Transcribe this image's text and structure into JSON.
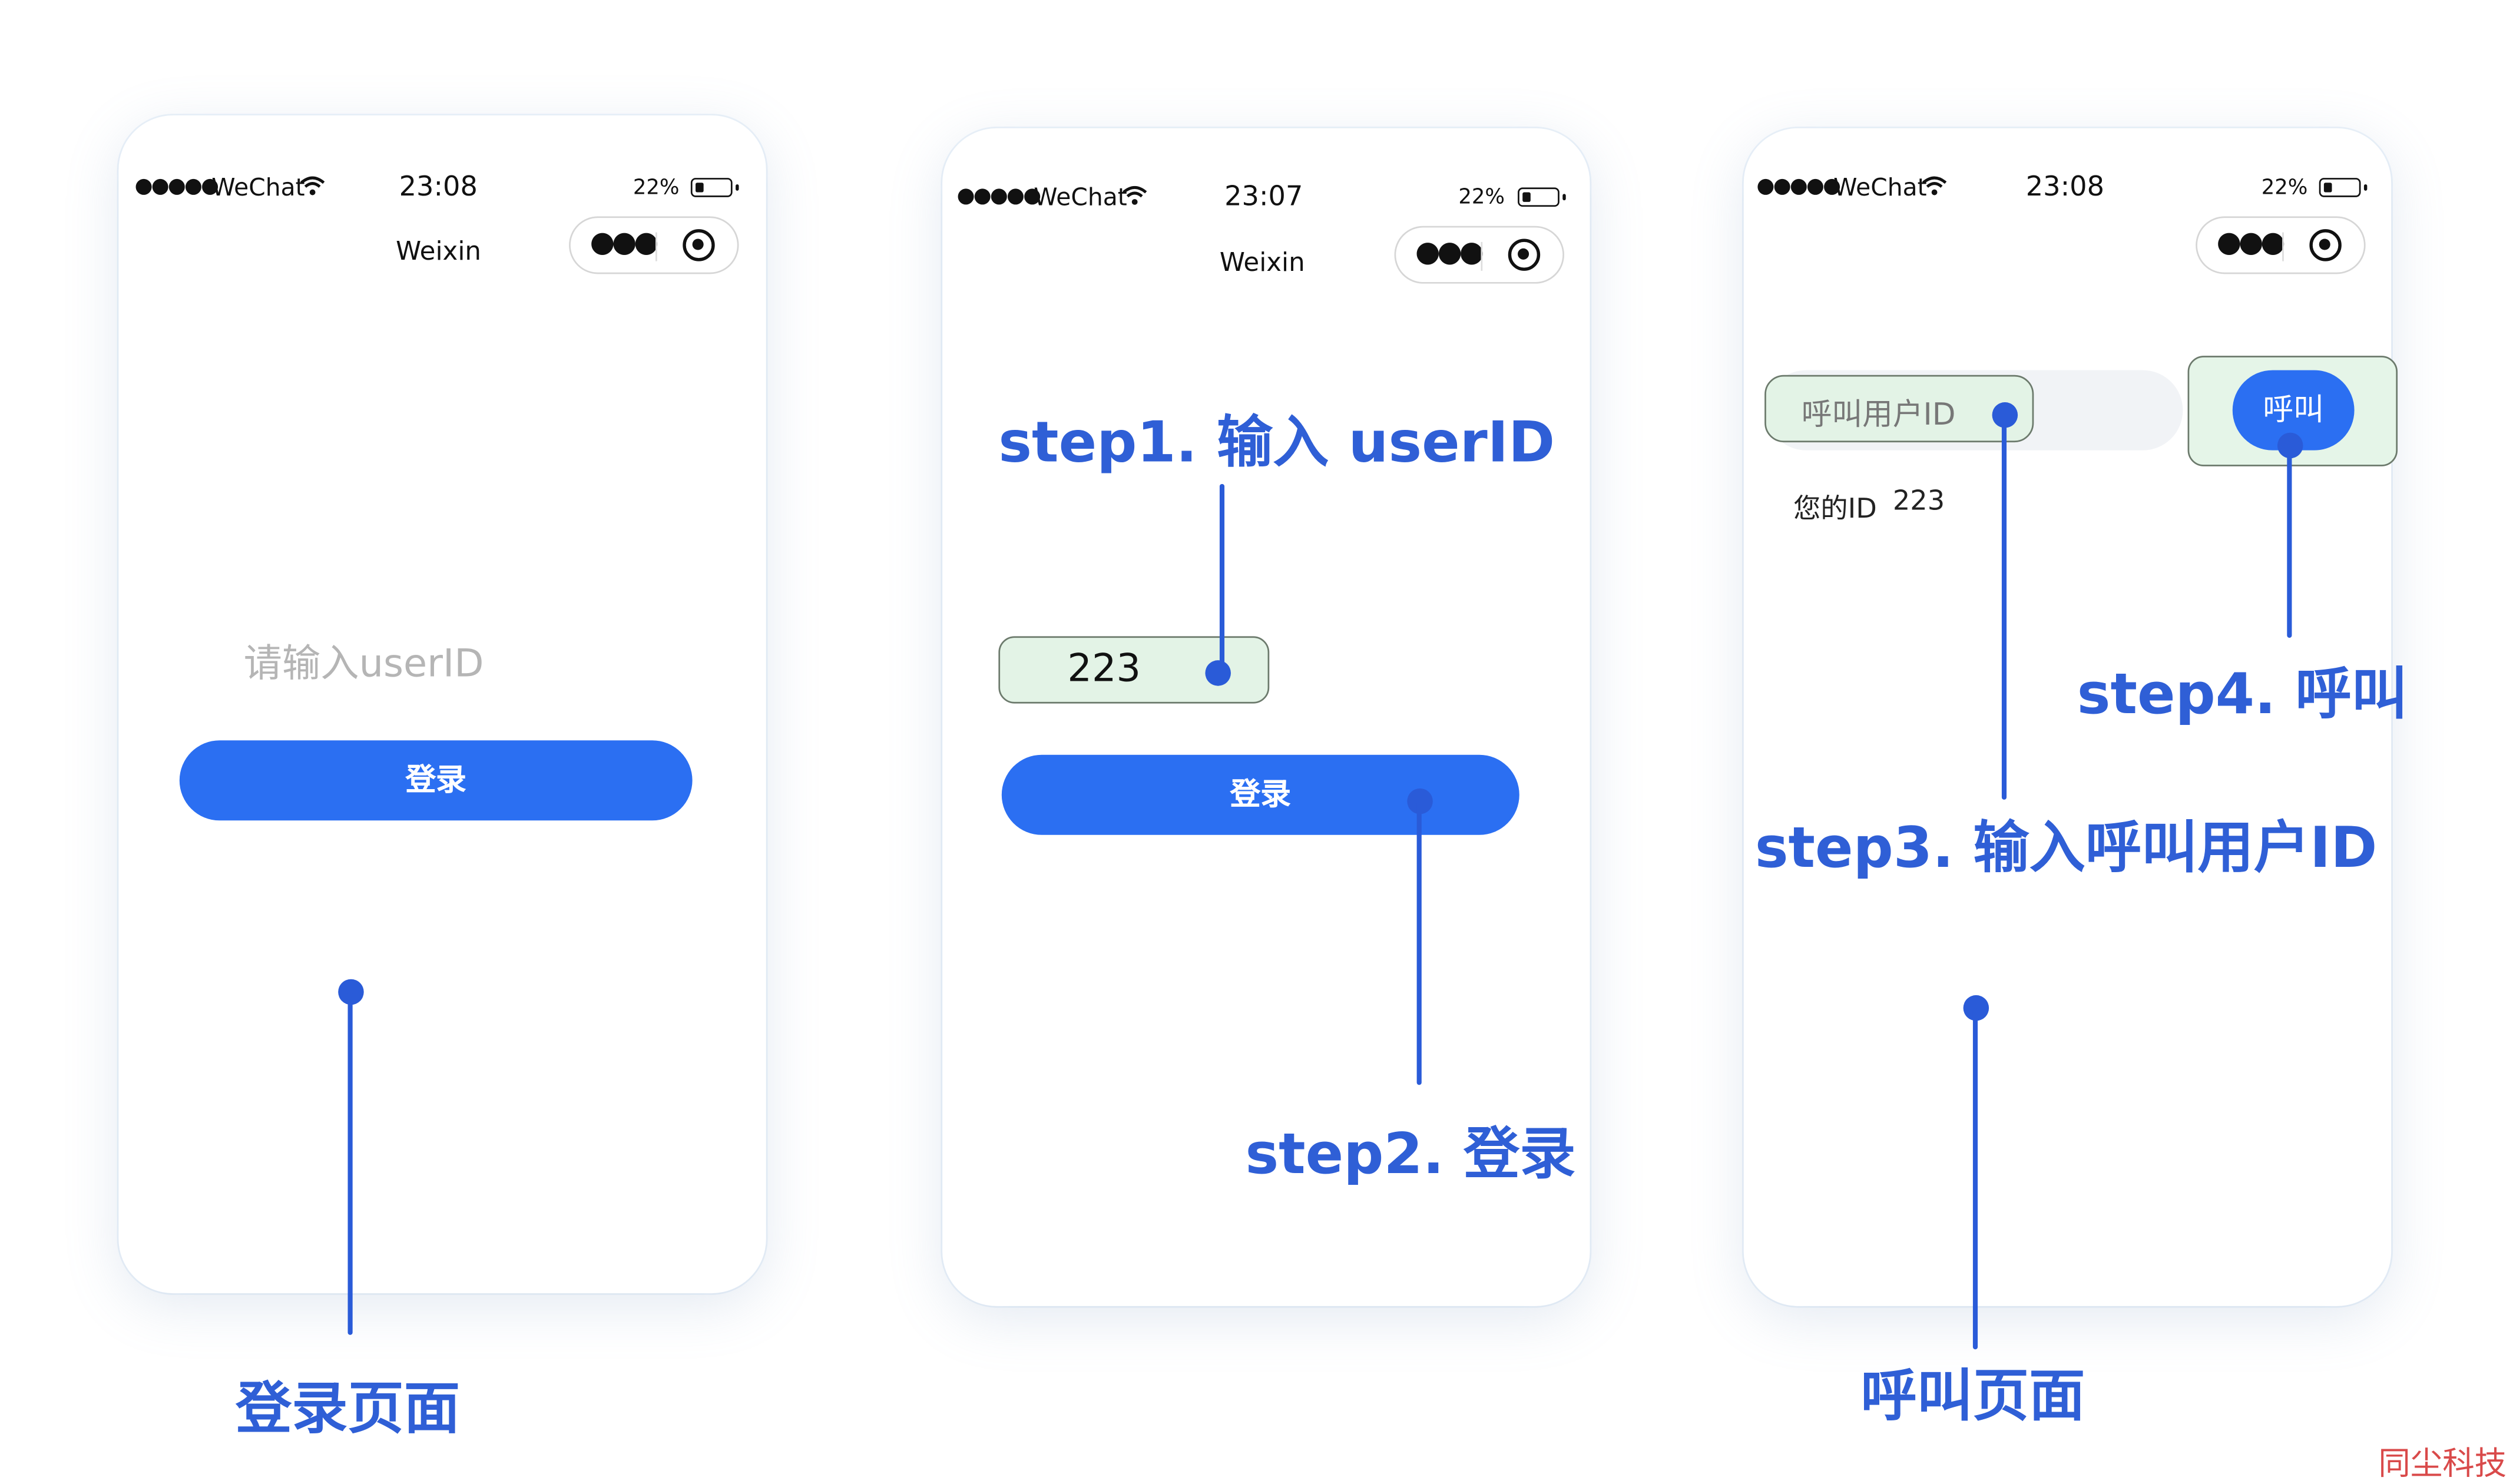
{
  "status_bar": {
    "signal": "●●●●●",
    "carrier": "WeChat",
    "battery": "22%"
  },
  "screens": [
    {
      "time": "23:08",
      "nav_title": "Weixin",
      "input_placeholder": "请输入userID",
      "login_label": "登录",
      "caption": "登录页面"
    },
    {
      "time": "23:07",
      "nav_title": "Weixin",
      "input_value": "223",
      "login_label": "登录"
    },
    {
      "time": "23:08",
      "call_input_placeholder": "呼叫用户ID",
      "call_label": "呼叫",
      "my_id_label": "您的ID",
      "my_id_value": "223",
      "caption": "呼叫页面"
    }
  ],
  "annotations": {
    "step1": "step1. 输入 userID",
    "step2": "step2. 登录",
    "step3": "step3. 输入呼叫用户ID",
    "step4": "step4. 呼叫"
  },
  "watermark": "同尘科技",
  "colors": {
    "primary_button": "#2b6ff2",
    "annotation": "#2f5fd6",
    "highlight_fill": "#e3f3e6"
  }
}
